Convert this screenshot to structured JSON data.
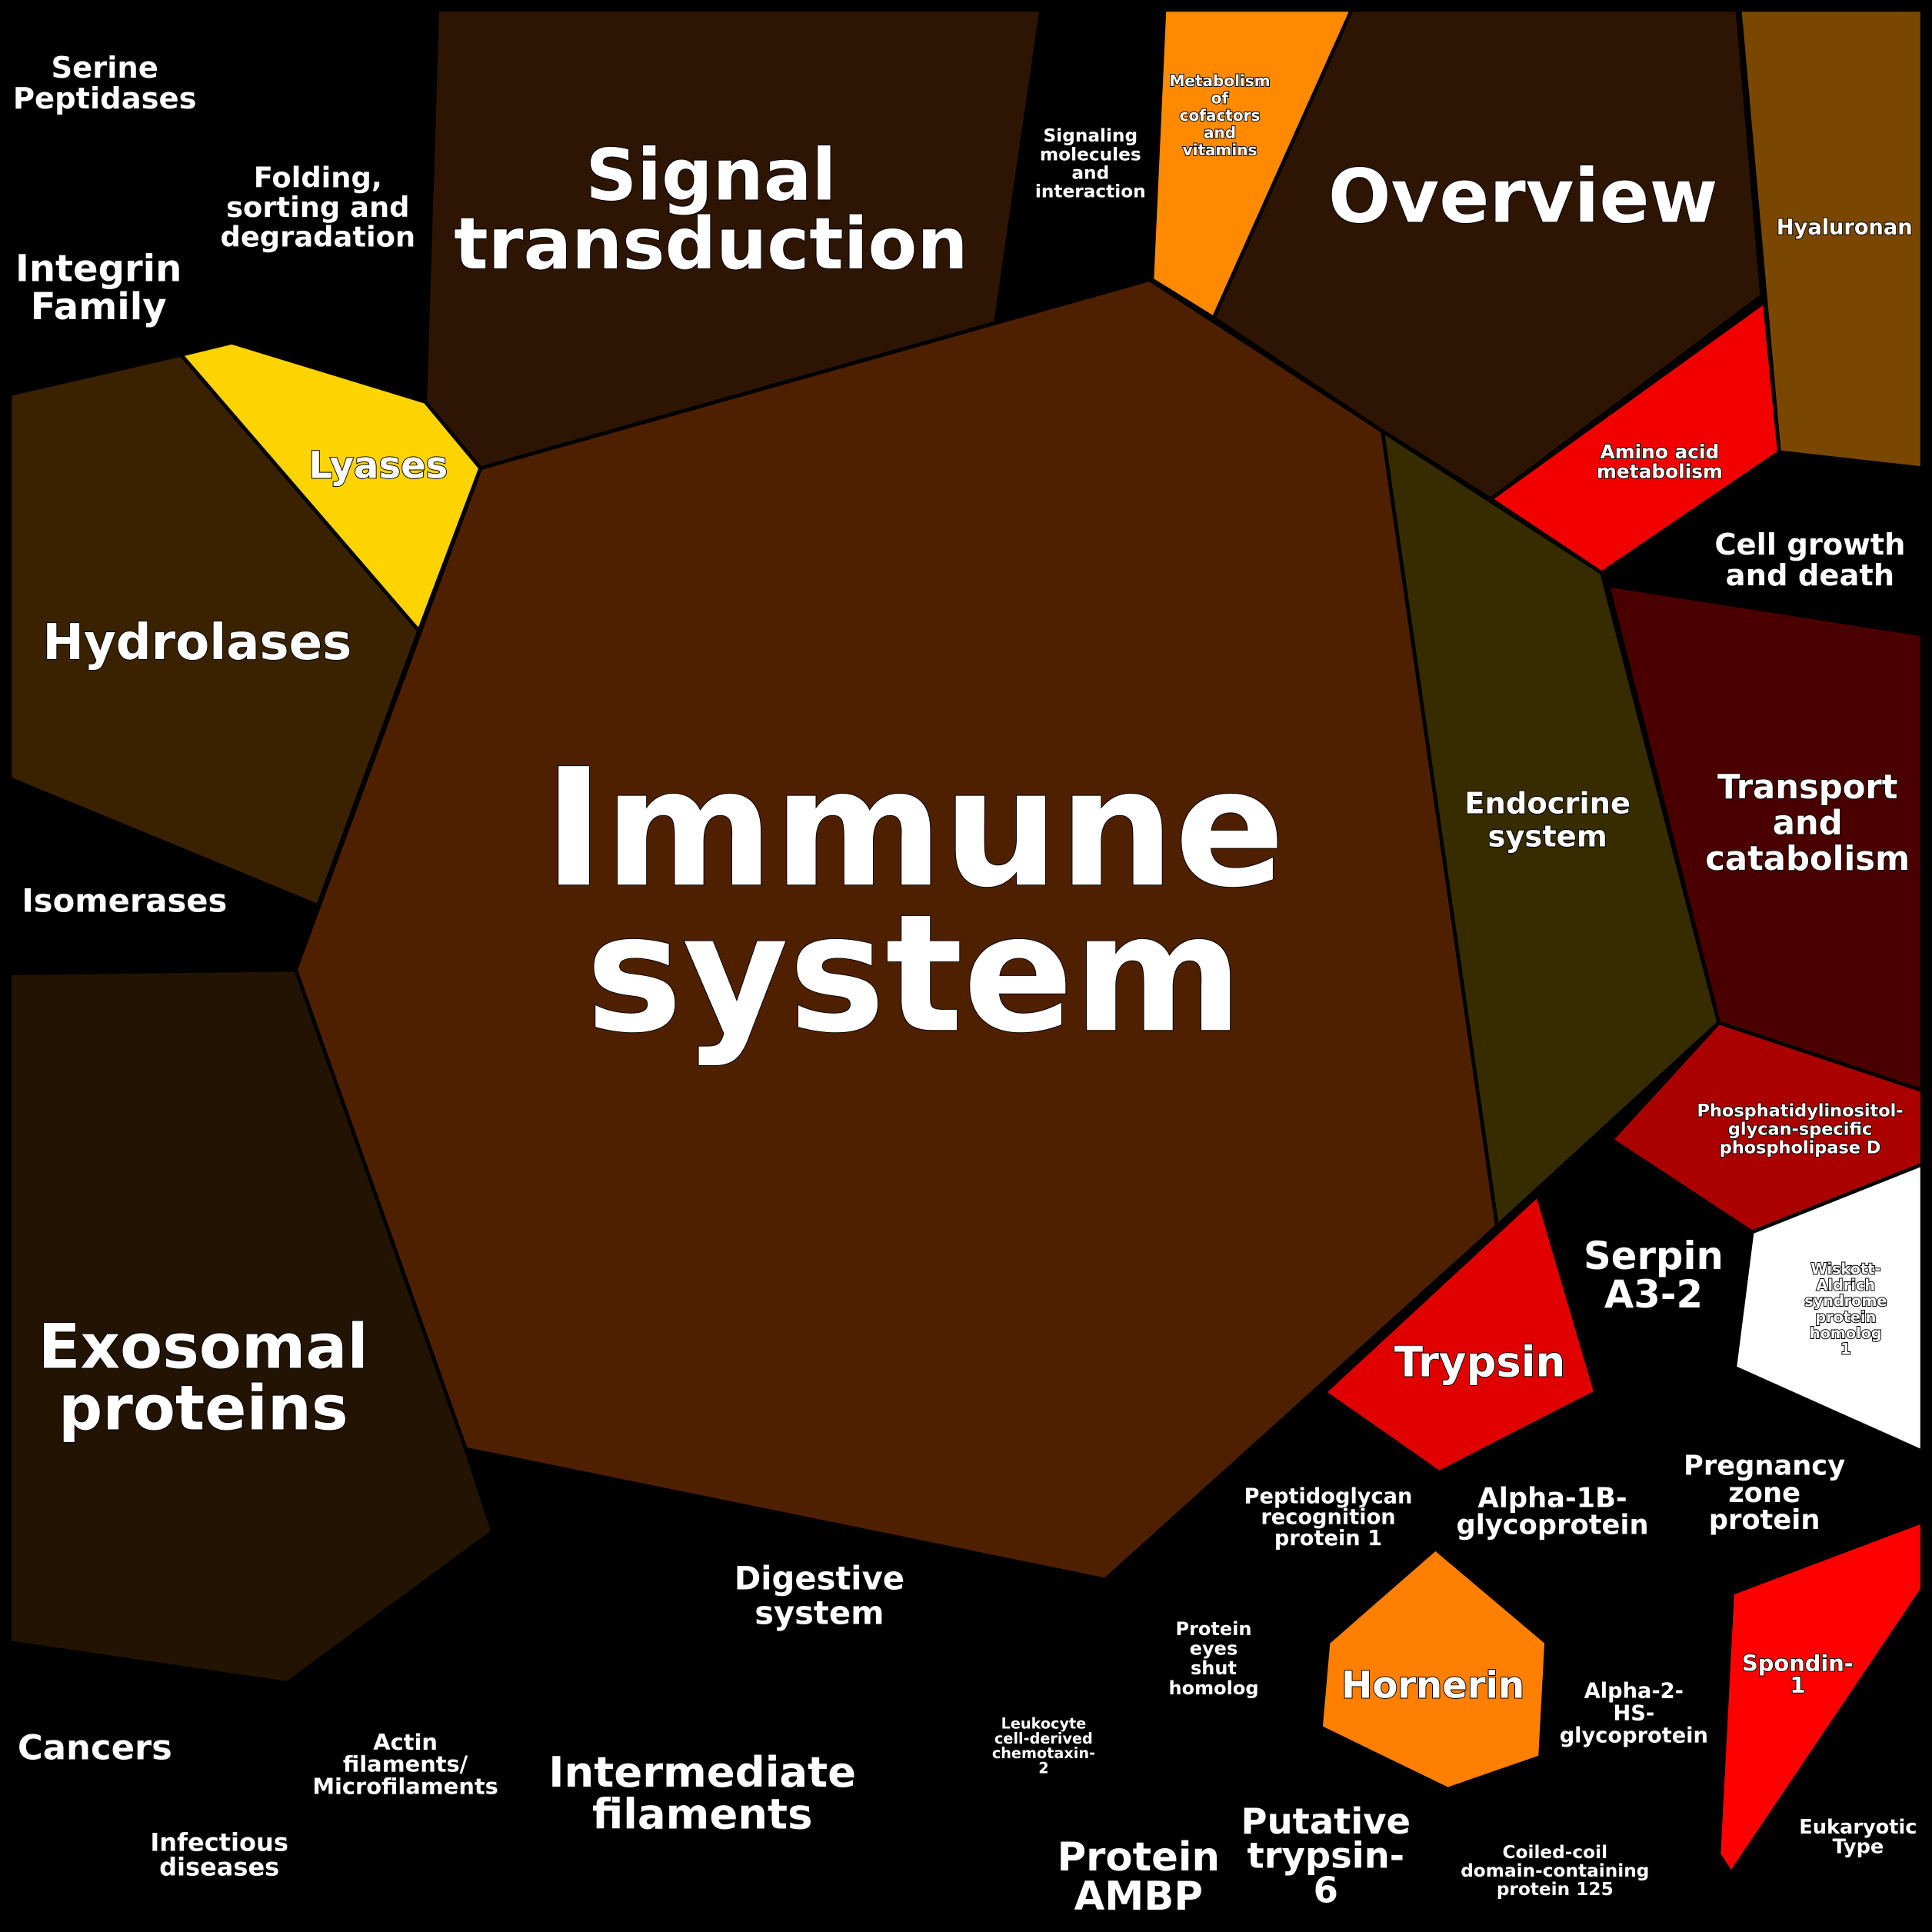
{
  "title": "Voronoi treemap of protein functional categories",
  "colors": {
    "background": "#000000",
    "immune_system": "#4f2000",
    "signal_transduction": "#2e1503",
    "overview": "#2e1503",
    "hydrolases": "#3a2200",
    "exosomal_proteins": "#221303",
    "lyases": "#fdd300",
    "metabolism_cofactors": "#ff8a00",
    "hyaluronan": "#7a4700",
    "amino_acid": "#f20000",
    "endocrine": "#372b00",
    "transport": "#4b0000",
    "phosphatidylinositol": "#ab0000",
    "wiskott": "#ffffff",
    "trypsin": "#e00000",
    "hornerin": "#ff8000",
    "spondin": "#ff0000",
    "label": "#ffffff"
  },
  "cells": {
    "immune_system": [
      "Immune",
      "system"
    ],
    "signal_transduction": [
      "Signal",
      "transduction"
    ],
    "overview": [
      "Overview"
    ],
    "hydrolases": [
      "Hydrolases"
    ],
    "exosomal_proteins": [
      "Exosomal",
      "proteins"
    ],
    "lyases": [
      "Lyases"
    ],
    "metabolism_cofactors": [
      "Metabolism",
      "of",
      "cofactors",
      "and",
      "vitamins"
    ],
    "hyaluronan": [
      "Hyaluronan"
    ],
    "amino_acid": [
      "Amino acid",
      "metabolism"
    ],
    "endocrine": [
      "Endocrine",
      "system"
    ],
    "transport": [
      "Transport",
      "and",
      "catabolism"
    ],
    "phosphatidylinositol": [
      "Phosphatidylinositol-",
      "glycan-specific",
      "phospholipase D"
    ],
    "wiskott": [
      "Wiskott-",
      "Aldrich",
      "syndrome",
      "protein",
      "homolog",
      "1"
    ],
    "trypsin": [
      "Trypsin"
    ],
    "hornerin": [
      "Hornerin"
    ],
    "spondin": [
      "Spondin-",
      "1"
    ]
  },
  "empty_labels": {
    "serine_peptidases": [
      "Serine",
      "Peptidases"
    ],
    "folding": [
      "Folding,",
      "sorting and",
      "degradation"
    ],
    "integrin": [
      "Integrin",
      "Family"
    ],
    "signaling_molecules": [
      "Signaling",
      "molecules",
      "and",
      "interaction"
    ],
    "cell_growth": [
      "Cell growth",
      "and death"
    ],
    "isomerases": [
      "Isomerases"
    ],
    "serpin": [
      "Serpin",
      "A3-2"
    ],
    "pregnancy_zone": [
      "Pregnancy",
      "zone",
      "protein"
    ],
    "peptidoglycan": [
      "Peptidoglycan",
      "recognition",
      "protein 1"
    ],
    "alpha1b": [
      "Alpha-1B-",
      "glycoprotein"
    ],
    "digestive": [
      "Digestive",
      "system"
    ],
    "protein_eyes_shut": [
      "Protein",
      "eyes",
      "shut",
      "homolog"
    ],
    "alpha2hs": [
      "Alpha-2-",
      "HS-",
      "glycoprotein"
    ],
    "leukocyte": [
      "Leukocyte",
      "cell-derived",
      "chemotaxin-",
      "2"
    ],
    "cancers": [
      "Cancers"
    ],
    "actin": [
      "Actin",
      "filaments/",
      "Microfilaments"
    ],
    "intermediate_filaments": [
      "Intermediate",
      "filaments"
    ],
    "infectious": [
      "Infectious",
      "diseases"
    ],
    "protein_ambp": [
      "Protein",
      "AMBP"
    ],
    "putative_trypsin": [
      "Putative",
      "trypsin-",
      "6"
    ],
    "coiled_coil": [
      "Coiled-coil",
      "domain-containing",
      "protein 125"
    ],
    "eukaryotic": [
      "Eukaryotic",
      "Type"
    ]
  }
}
